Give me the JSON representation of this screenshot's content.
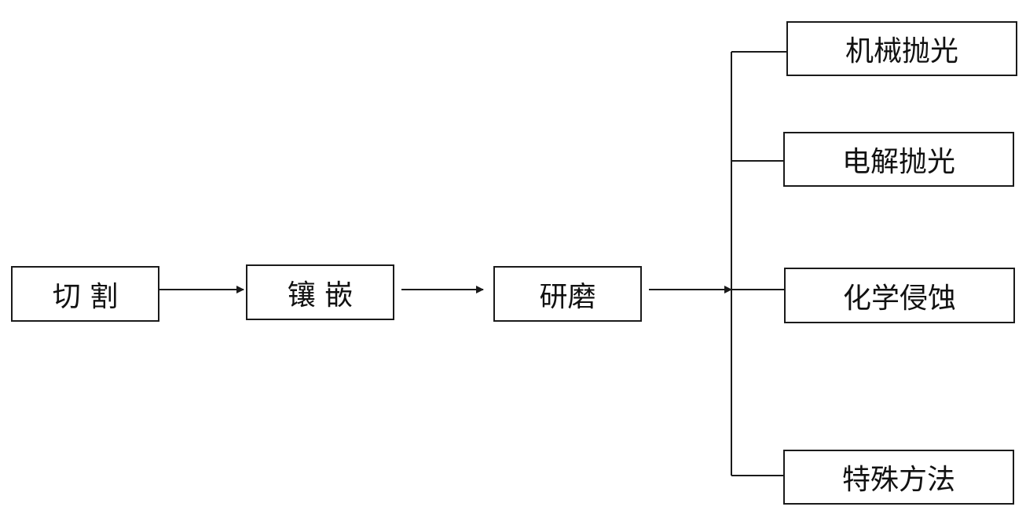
{
  "stages": {
    "cut": "切 割",
    "mount": "镶 嵌",
    "grind": "研磨"
  },
  "methods": [
    {
      "label": "机械抛光"
    },
    {
      "label": "电解抛光"
    },
    {
      "label": "化学侵蚀"
    },
    {
      "label": "特殊方法"
    }
  ],
  "colors": {
    "line": "#1a1a1a",
    "text": "#111111",
    "background": "#ffffff"
  }
}
